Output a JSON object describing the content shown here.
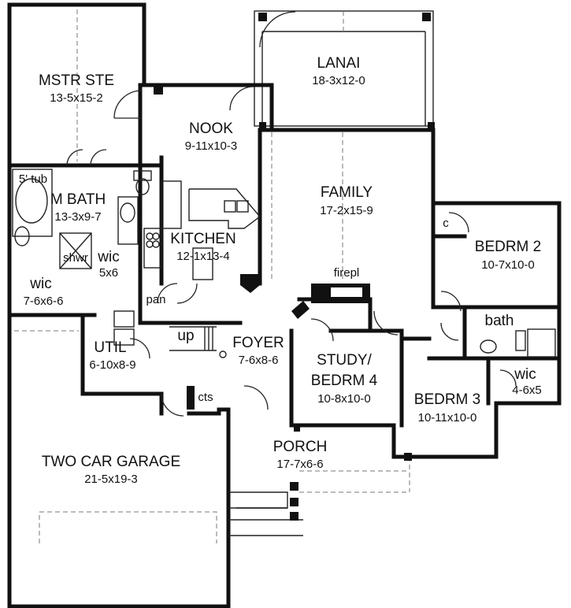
{
  "rooms": {
    "mstr_ste": {
      "name": "MSTR STE",
      "dim": "13-5x15-2"
    },
    "lanai": {
      "name": "LANAI",
      "dim": "18-3x12-0"
    },
    "nook": {
      "name": "NOOK",
      "dim": "9-11x10-3"
    },
    "family": {
      "name": "FAMILY",
      "dim": "17-2x15-9"
    },
    "m_bath": {
      "name": "M BATH",
      "dim": "13-3x9-7"
    },
    "kitchen": {
      "name": "KITCHEN",
      "dim": "12-1x13-4"
    },
    "bedrm2": {
      "name": "BEDRM 2",
      "dim": "10-7x10-0"
    },
    "wic_bath": {
      "name": "wic",
      "dim": "5x6"
    },
    "wic_left": {
      "name": "wic",
      "dim": "7-6x6-6"
    },
    "util": {
      "name": "UTIL",
      "dim": "6-10x8-9"
    },
    "foyer": {
      "name": "FOYER",
      "dim": "7-6x8-6"
    },
    "study": {
      "name_line1": "STUDY/",
      "name_line2": "BEDRM 4",
      "dim": "10-8x10-0"
    },
    "bedrm3": {
      "name": "BEDRM 3",
      "dim": "10-11x10-0"
    },
    "wic_right": {
      "name": "wic",
      "dim": "4-6x5"
    },
    "porch": {
      "name": "PORCH",
      "dim": "17-7x6-6"
    },
    "garage": {
      "name": "TWO CAR GARAGE",
      "dim": "21-5x19-3"
    }
  },
  "labels": {
    "tub": "5' tub",
    "shwr": "shwr",
    "pan": "pan",
    "up": "up",
    "cts": "cts",
    "firepl": "firepl",
    "bath": "bath",
    "closet": "c"
  }
}
